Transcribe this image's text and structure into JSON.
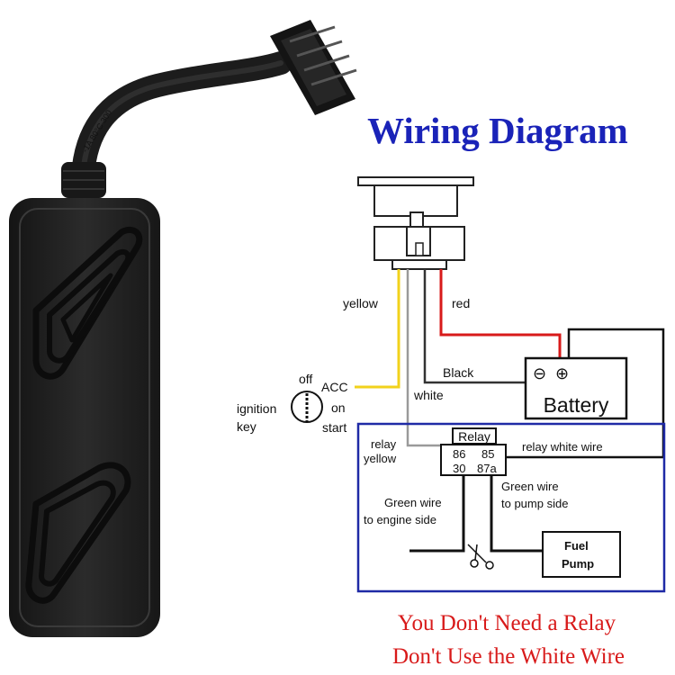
{
  "title": "Wiring Diagram",
  "device": {
    "cable_marking": "-1A 80°C 300"
  },
  "labels": {
    "yellow": "yellow",
    "red": "red",
    "black": "Black",
    "white": "white",
    "ignition_key": [
      "ignition",
      "key"
    ],
    "off": "off",
    "acc": "ACC",
    "on": "on",
    "start": "start",
    "battery": "Battery",
    "battery_minus": "⊖",
    "battery_plus": "⊕",
    "relay": "Relay",
    "relay_pin_86": "86",
    "relay_pin_85": "85",
    "relay_pin_30": "30",
    "relay_pin_87a": "87a",
    "relay_yellow": [
      "relay",
      "yellow"
    ],
    "relay_white_wire": "relay white wire",
    "green_engine": [
      "Green wire",
      "to engine side"
    ],
    "green_pump": [
      "Green wire",
      "to pump side"
    ],
    "fuel_pump": [
      "Fuel",
      "Pump"
    ]
  },
  "notes": [
    "You Don't Need a Relay",
    "Don't Use the White Wire"
  ],
  "colors": {
    "title": "#1a23b8",
    "note": "#d81a1a",
    "box_border": "#1f2aa6",
    "yellow_wire": "#f2d21b",
    "red_wire": "#d81a1a",
    "device_body": "#232323"
  }
}
